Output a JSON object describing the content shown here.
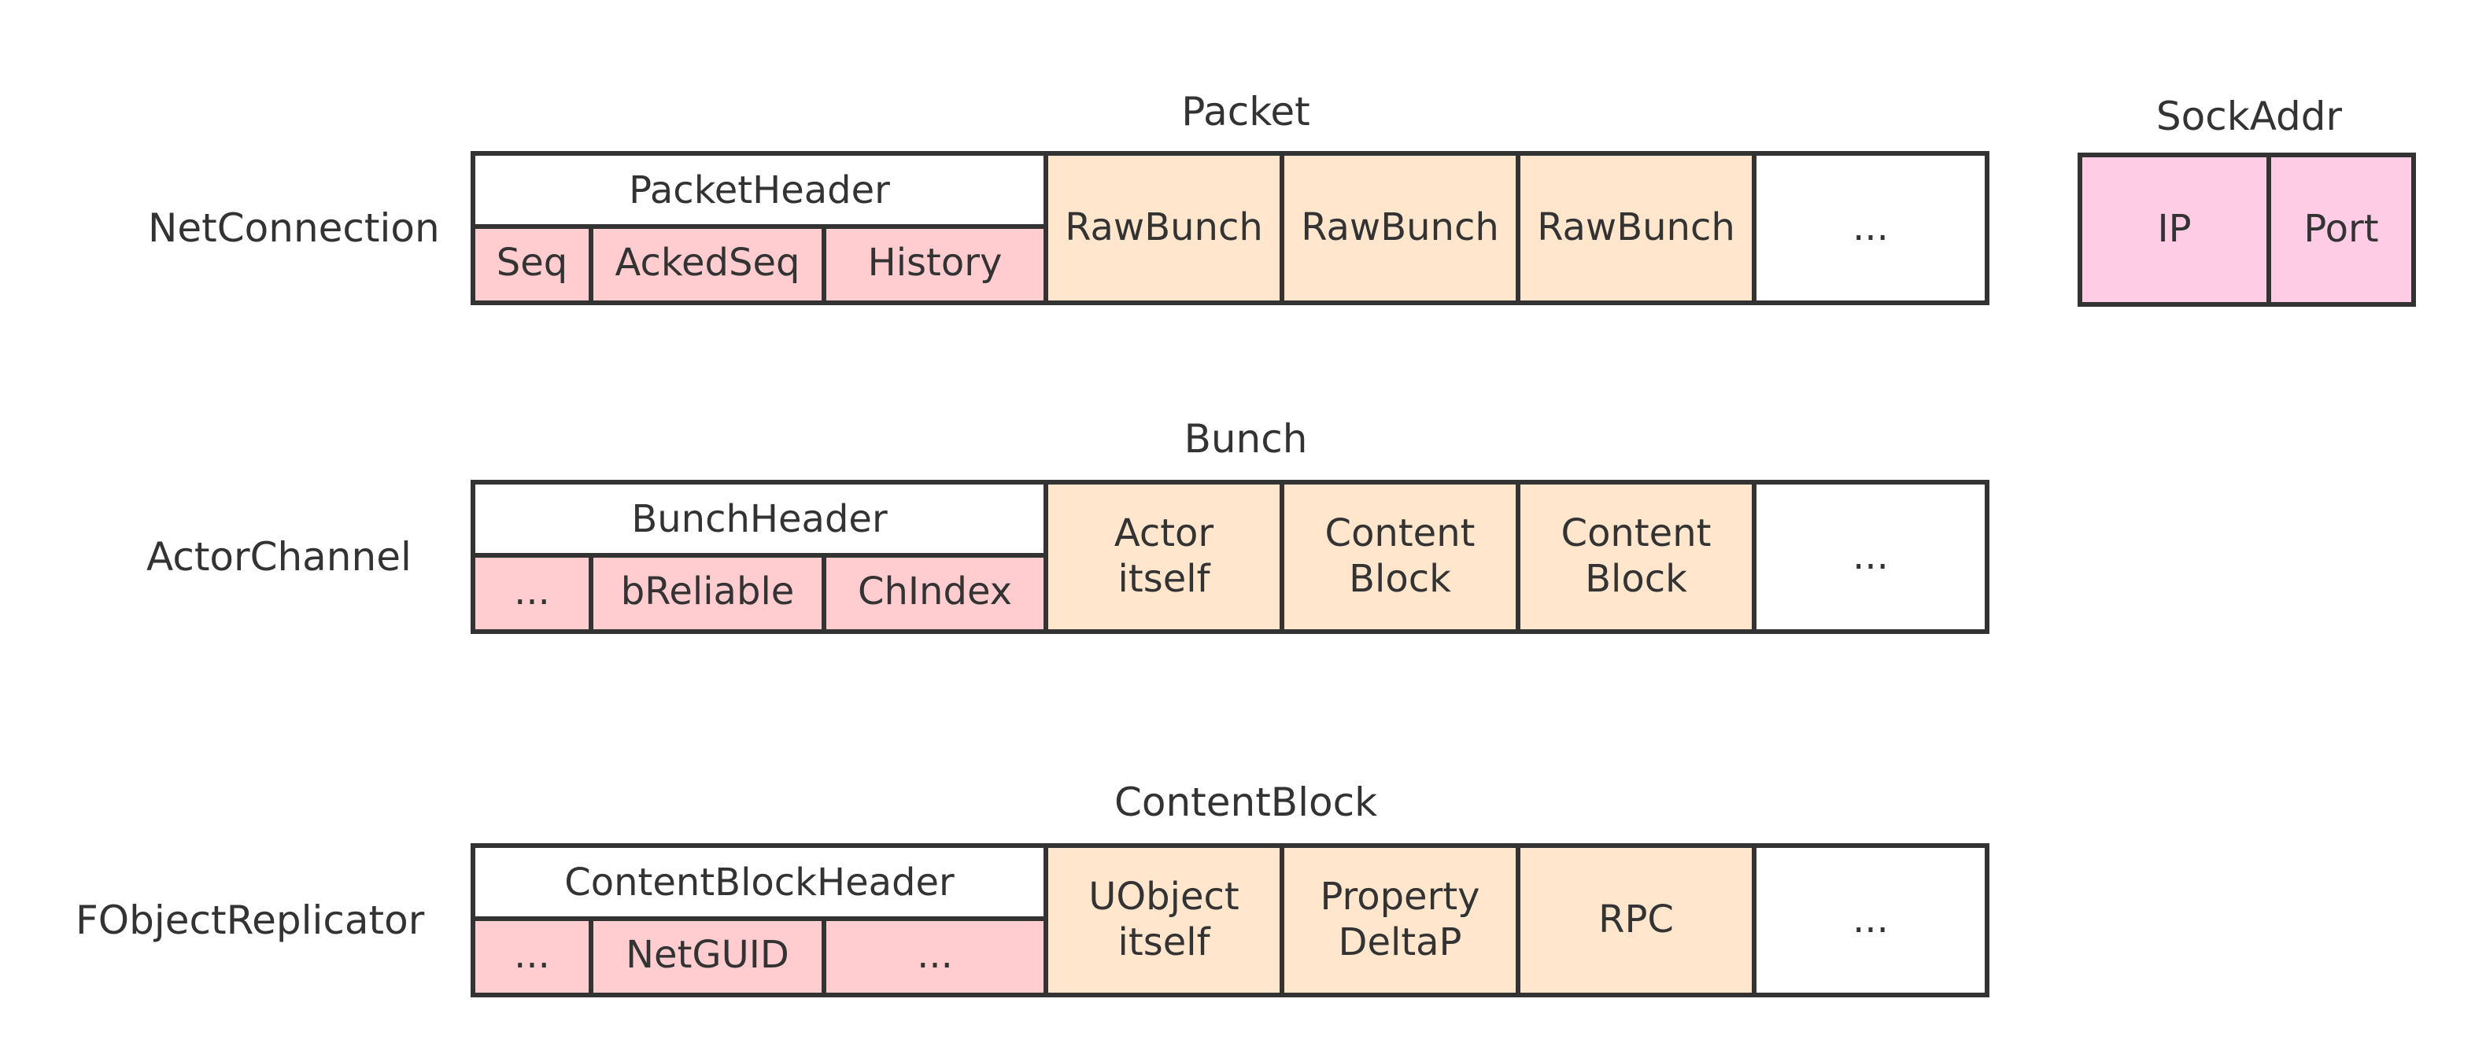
{
  "rows": [
    {
      "id": "netconnection",
      "label": "NetConnection",
      "title": "Packet",
      "header": {
        "label": "PacketHeader",
        "fields": [
          "Seq",
          "AckedSeq",
          "History"
        ]
      },
      "body": [
        "RawBunch",
        "RawBunch",
        "RawBunch",
        "..."
      ]
    },
    {
      "id": "actorchannel",
      "label": "ActorChannel",
      "title": "Bunch",
      "header": {
        "label": "BunchHeader",
        "fields": [
          "...",
          "bReliable",
          "ChIndex"
        ]
      },
      "body": [
        "Actor\nitself",
        "Content\nBlock",
        "Content\nBlock",
        "..."
      ]
    },
    {
      "id": "fobjectreplicator",
      "label": "FObjectReplicator",
      "title": "ContentBlock",
      "header": {
        "label": "ContentBlockHeader",
        "fields": [
          "...",
          "NetGUID",
          "..."
        ]
      },
      "body": [
        "UObject\nitself",
        "Property\nDeltaP",
        "RPC",
        "..."
      ]
    }
  ],
  "sockaddr": {
    "title": "SockAddr",
    "fields": [
      "IP",
      "Port"
    ]
  },
  "colors": {
    "header_field_fill": "#ffccd0",
    "body_fill": "#ffe6cc",
    "sockaddr_fill": "#ffcce6",
    "stroke": "#333333"
  }
}
